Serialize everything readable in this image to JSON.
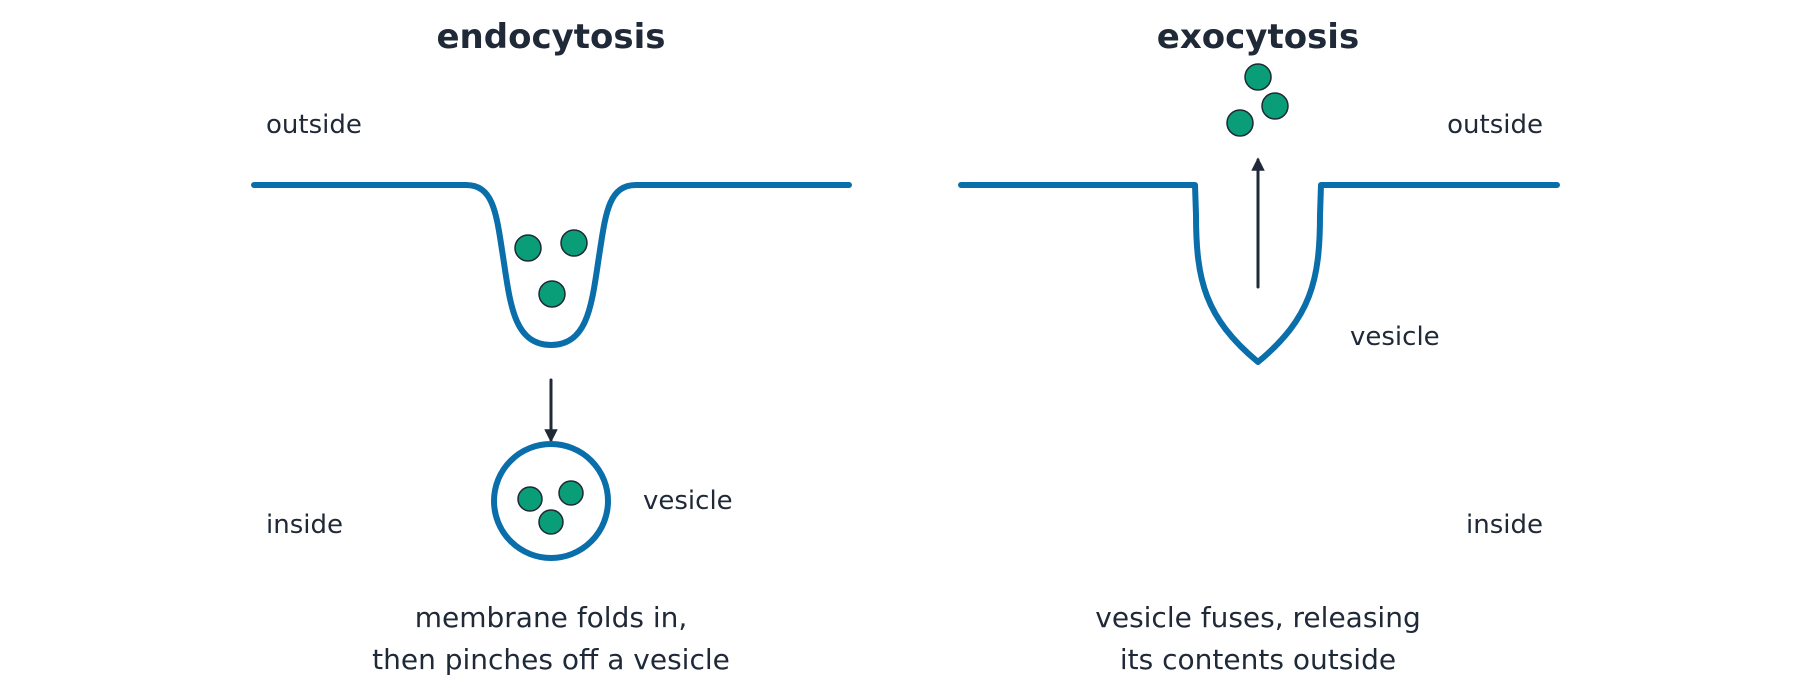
{
  "colors": {
    "membrane": "#0a6eab",
    "molecule": "#0a9e78",
    "molecule_outline": "#1f2937",
    "text": "#1f2937",
    "arrow": "#1f2937"
  },
  "endocytosis": {
    "title": "endocytosis",
    "outside_label": "outside",
    "inside_label": "inside",
    "vesicle_label": "vesicle",
    "caption_line1": "membrane folds in,",
    "caption_line2": "then pinches off a vesicle"
  },
  "exocytosis": {
    "title": "exocytosis",
    "outside_label": "outside",
    "inside_label": "inside",
    "vesicle_label": "vesicle",
    "caption_line1": "vesicle fuses, releasing",
    "caption_line2": "its contents outside"
  }
}
